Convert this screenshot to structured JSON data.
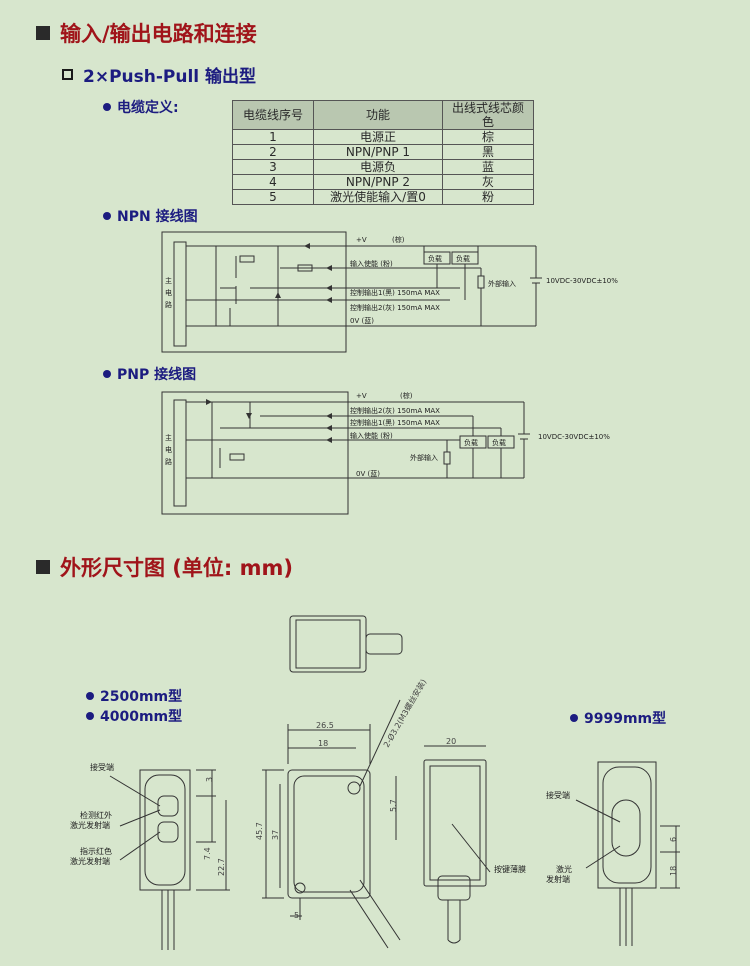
{
  "section1": {
    "title": "输入/输出电路和连接"
  },
  "subsection": {
    "title": "2×Push-Pull 输出型"
  },
  "cable": {
    "label": "电缆定义:",
    "headers": [
      "电缆线序号",
      "功能",
      "出线式线芯颜色"
    ],
    "rows": [
      [
        "1",
        "电源正",
        "棕"
      ],
      [
        "2",
        "NPN/PNP 1",
        "黑"
      ],
      [
        "3",
        "电源负",
        "蓝"
      ],
      [
        "4",
        "NPN/PNP 2",
        "灰"
      ],
      [
        "5",
        "激光使能输入/置0",
        "粉"
      ]
    ]
  },
  "npn": {
    "title": "NPN 接线图",
    "main_circuit": [
      "主",
      "电",
      "路"
    ],
    "vplus": "+V",
    "vplus_color": "(棕)",
    "enable": "输入使能 (粉)",
    "out1": "控制输出1(黑) 150mA MAX",
    "out2": "控制输出2(灰) 150mA MAX",
    "zero_v": "0V (蓝)",
    "load": "负载",
    "ext_input": "外部输入",
    "supply": "10VDC-30VDC±10%"
  },
  "pnp": {
    "title": "PNP 接线图",
    "main_circuit": [
      "主",
      "电",
      "路"
    ],
    "vplus": "+V",
    "vplus_color": "(棕)",
    "out2": "控制输出2(灰) 150mA MAX",
    "out1": "控制输出1(黑) 150mA MAX",
    "enable": "输入使能 (粉)",
    "zero_v": "0V (蓝)",
    "load": "负载",
    "ext_input": "外部输入",
    "supply": "10VDC-30VDC±10%"
  },
  "section2": {
    "title": "外形尺寸图 (单位: mm)"
  },
  "models": {
    "m2500": "2500mm型",
    "m4000": "4000mm型",
    "m9999": "9999mm型"
  },
  "drawing": {
    "receiver": "接受端",
    "detect_red": "检测红外",
    "laser_emit": "激光发射端",
    "indicator_red": "指示红色",
    "laser_emit2": "激光发射端",
    "key_film": "按键薄膜",
    "receiver2": "接受端",
    "laser": "激光",
    "emit_end": "发射端",
    "mount": "2-Ø3.2(M3螺丝安装)",
    "dims": {
      "d26_5": "26.5",
      "d18": "18",
      "d20": "20",
      "d3": "3",
      "d5_7": "5.7",
      "d45_7": "45.7",
      "d37": "37",
      "d7_4": "7.4",
      "d22_7": "22.7",
      "d5": "5",
      "d6": "6",
      "d18b": "18"
    }
  }
}
